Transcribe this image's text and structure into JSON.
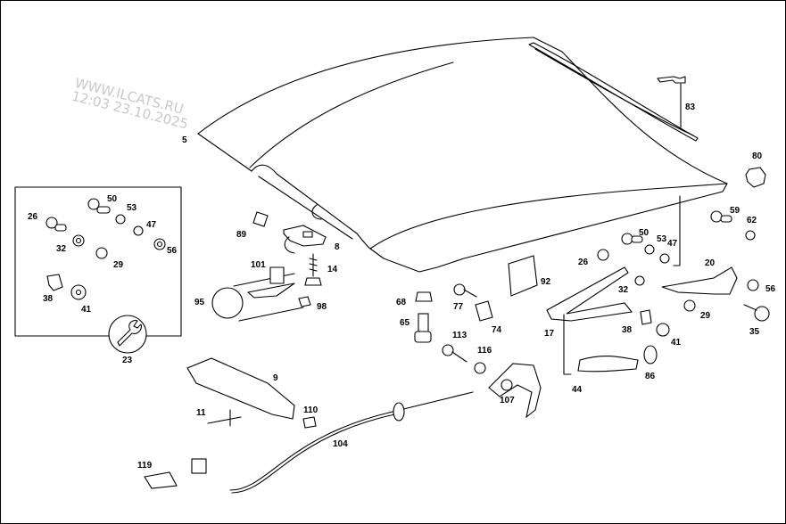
{
  "diagram": {
    "title": "Engine hood / bonnet assembly parts diagram",
    "watermark": {
      "line1": "WWW.ILCATS.RU",
      "line2": "12:03 23.10.2025"
    },
    "callouts": [
      "5",
      "83",
      "80",
      "26",
      "50",
      "53",
      "47",
      "32",
      "56",
      "29",
      "38",
      "41",
      "23",
      "89",
      "8",
      "14",
      "101",
      "95",
      "98",
      "68",
      "65",
      "77",
      "74",
      "92",
      "113",
      "116",
      "107",
      "9",
      "11",
      "110",
      "104",
      "119",
      "59",
      "62",
      "20",
      "17",
      "44",
      "86",
      "35"
    ],
    "callouts_right": [
      "50",
      "53",
      "47",
      "26",
      "32",
      "29",
      "38",
      "41",
      "56"
    ],
    "parts": {
      "hood": "5",
      "seal_strip": "83",
      "buffer": "80",
      "lock": "107",
      "cable": "104",
      "release_handle": "9",
      "hinge": "17",
      "spring": "44",
      "hinge_arm": "20",
      "kit_box": "23"
    }
  }
}
